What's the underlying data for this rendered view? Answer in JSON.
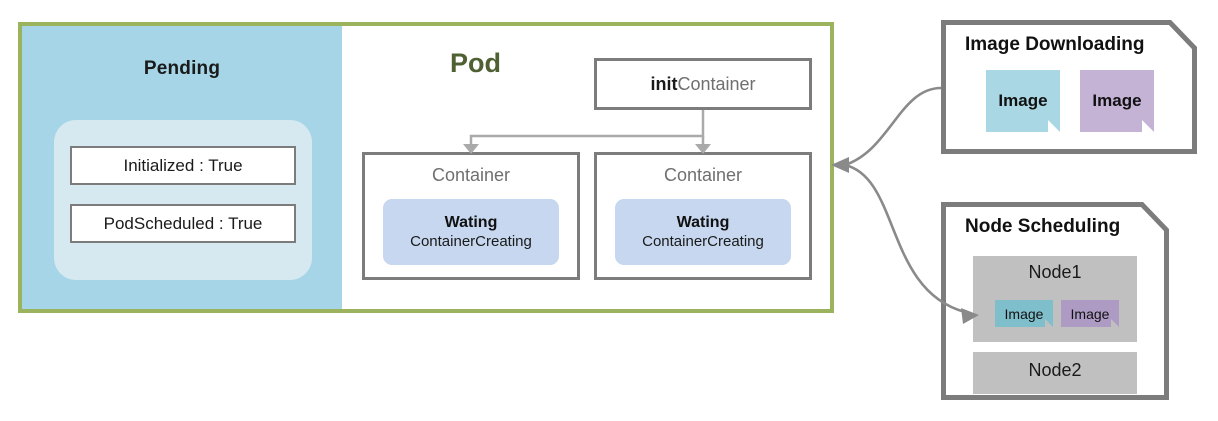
{
  "colors": {
    "pod_border_green": "#9CB35E",
    "pod_title_green": "#4F6033",
    "pending_blue": "#A5D5E6",
    "pending_inner_blue": "#D6E9F1",
    "state_blue": "#C6D7EF",
    "box_gray": "#7c7c7c",
    "label_gray": "#6f6f6f",
    "node_gray": "#C0C0C0",
    "image_cyan": "#A9D7E3",
    "image_purple": "#C5B3D6",
    "node_image_cyan": "#7FBFCC",
    "node_image_purple": "#AE9BC4",
    "connector_gray": "#9a9a9a",
    "arrow_gray": "#7c7c7c"
  },
  "pod_frame": {
    "pending": {
      "title": "Pending",
      "conditions": [
        {
          "label": "Initialized : True"
        },
        {
          "label": "PodScheduled : True"
        }
      ]
    },
    "pod": {
      "title": "Pod",
      "init_container": {
        "prefix": "init",
        "suffix": "Container"
      },
      "containers": [
        {
          "label": "Container",
          "state": "Wating",
          "reason": "ContainerCreating"
        },
        {
          "label": "Container",
          "state": "Wating",
          "reason": "ContainerCreating"
        }
      ]
    }
  },
  "notes": [
    {
      "id": "image-downloading",
      "title": "Image Downloading",
      "images": [
        {
          "label": "Image",
          "color": "#A9D7E3"
        },
        {
          "label": "Image",
          "color": "#C5B3D6"
        }
      ]
    },
    {
      "id": "node-scheduling",
      "title": "Node Scheduling",
      "nodes": [
        {
          "label": "Node1",
          "images": [
            {
              "label": "Image",
              "color": "#7FBFCC"
            },
            {
              "label": "Image",
              "color": "#AE9BC4"
            }
          ]
        },
        {
          "label": "Node2",
          "images": []
        }
      ]
    }
  ]
}
